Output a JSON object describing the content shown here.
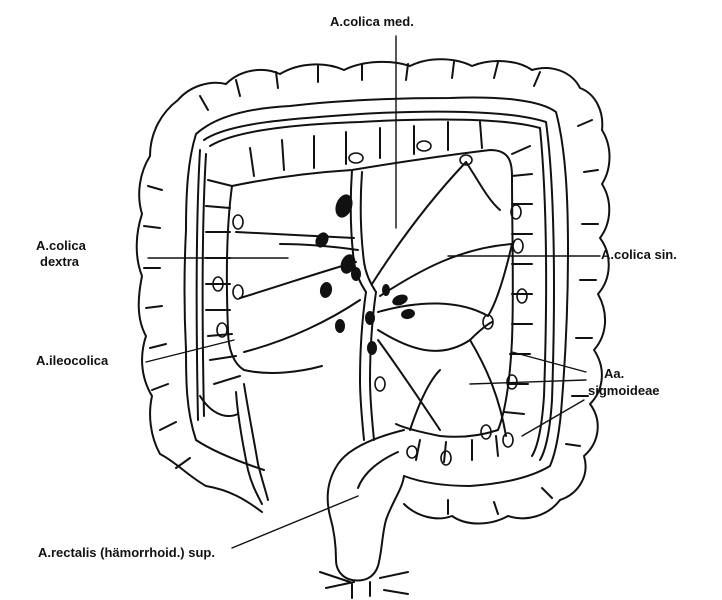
{
  "labels": {
    "colica_media": "A.colica med.",
    "colica_dextra_1": "A.colica",
    "colica_dextra_2": "dextra",
    "colica_sinistra": "A.colica sin.",
    "ileocolica": "A.ileocolica",
    "sigmoideae_1": "Aa.",
    "sigmoideae_2": "sigmoideae",
    "rectalis": "A.rectalis (hämorrhoid.) sup."
  },
  "colors": {
    "ink": "#111111",
    "background": "#ffffff"
  }
}
